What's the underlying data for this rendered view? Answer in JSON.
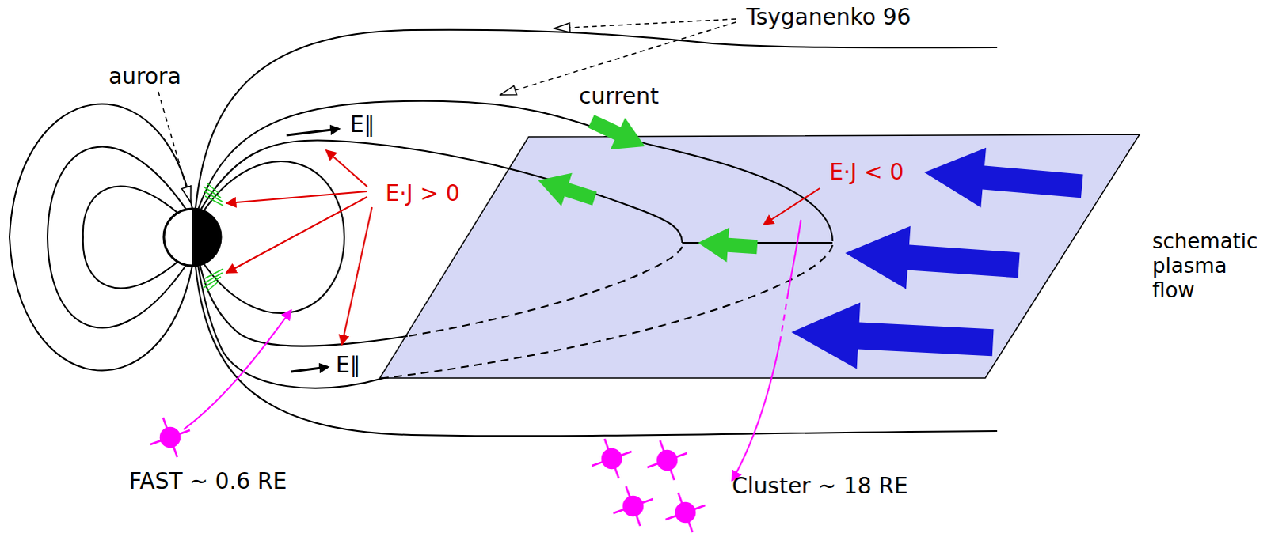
{
  "diagram": {
    "labels": [
      "Tsyganenko 96",
      "aurora",
      "current",
      "E∥",
      "E·J > 0",
      "E·J < 0",
      "schematic plasma flow",
      "E∥",
      "FAST ~ 0.6 RE",
      "Cluster ~ 18 RE"
    ]
  }
}
